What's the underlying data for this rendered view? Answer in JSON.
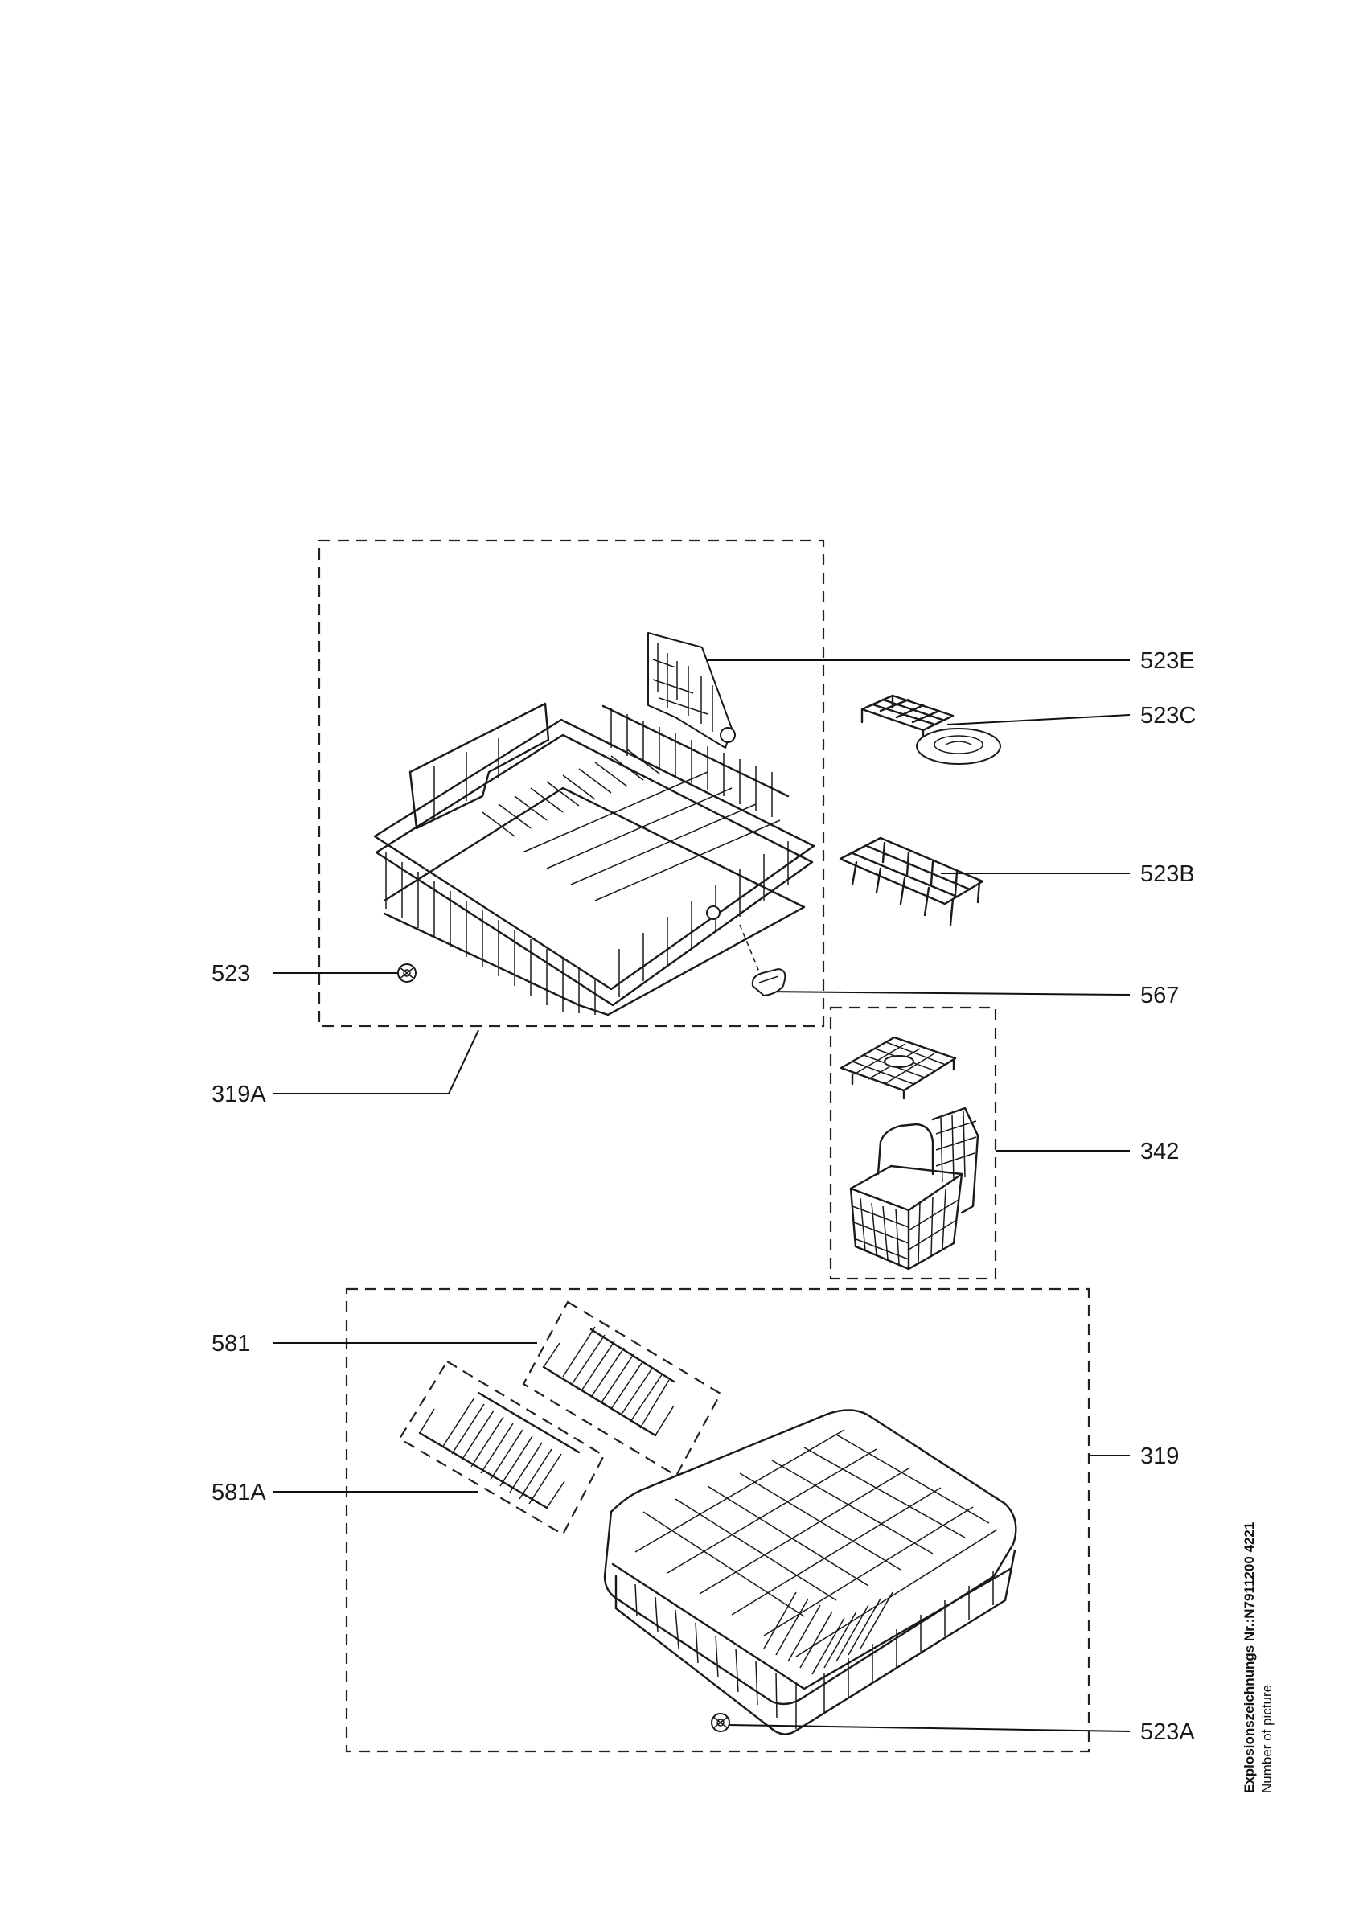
{
  "labels": {
    "p523E": "523E",
    "p523C": "523C",
    "p523B": "523B",
    "p523": "523",
    "p567": "567",
    "p319A": "319A",
    "p342": "342",
    "p581": "581",
    "p581A": "581A",
    "p319": "319",
    "p523A": "523A"
  },
  "footer": {
    "drawing_number": "Explosionszeichnungs Nr.:N7911200 4221",
    "caption": "Number of picture"
  }
}
